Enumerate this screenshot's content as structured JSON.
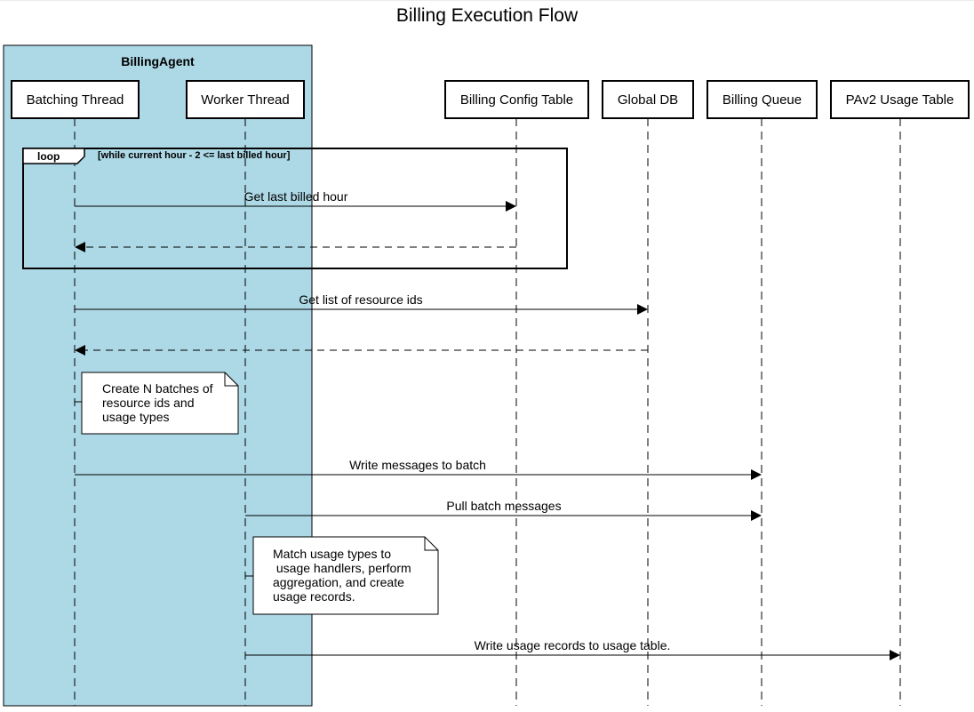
{
  "title": "Billing Execution Flow",
  "group": {
    "name": "BillingAgent",
    "fill": "#add8e6"
  },
  "participants": [
    "Batching Thread",
    "Worker Thread",
    "Billing Config Table",
    "Global DB",
    "Billing Queue",
    "PAv2 Usage Table"
  ],
  "loop": {
    "tag": "loop",
    "guard": "[while current hour - 2 <= last billed hour]"
  },
  "messages": [
    {
      "text": "Get last billed hour",
      "from": "Batching Thread",
      "to": "Billing Config Table",
      "style": "solid"
    },
    {
      "text": "",
      "from": "Billing Config Table",
      "to": "Batching Thread",
      "style": "dashed"
    },
    {
      "text": "Get list of resource ids",
      "from": "Batching Thread",
      "to": "Global DB",
      "style": "solid"
    },
    {
      "text": "",
      "from": "Global DB",
      "to": "Batching Thread",
      "style": "dashed"
    },
    {
      "text": "Write messages to batch",
      "from": "Batching Thread",
      "to": "Billing Queue",
      "style": "solid"
    },
    {
      "text": "Pull batch messages",
      "from": "Worker Thread",
      "to": "Billing Queue",
      "style": "solid"
    },
    {
      "text": "Write usage records to usage table.",
      "from": "Worker Thread",
      "to": "PAv2 Usage Table",
      "style": "solid"
    }
  ],
  "notes": [
    "Create N batches of\nresource ids and\nusage types",
    "Match usage types to\n usage handlers, perform\naggregation, and create\nusage records."
  ]
}
